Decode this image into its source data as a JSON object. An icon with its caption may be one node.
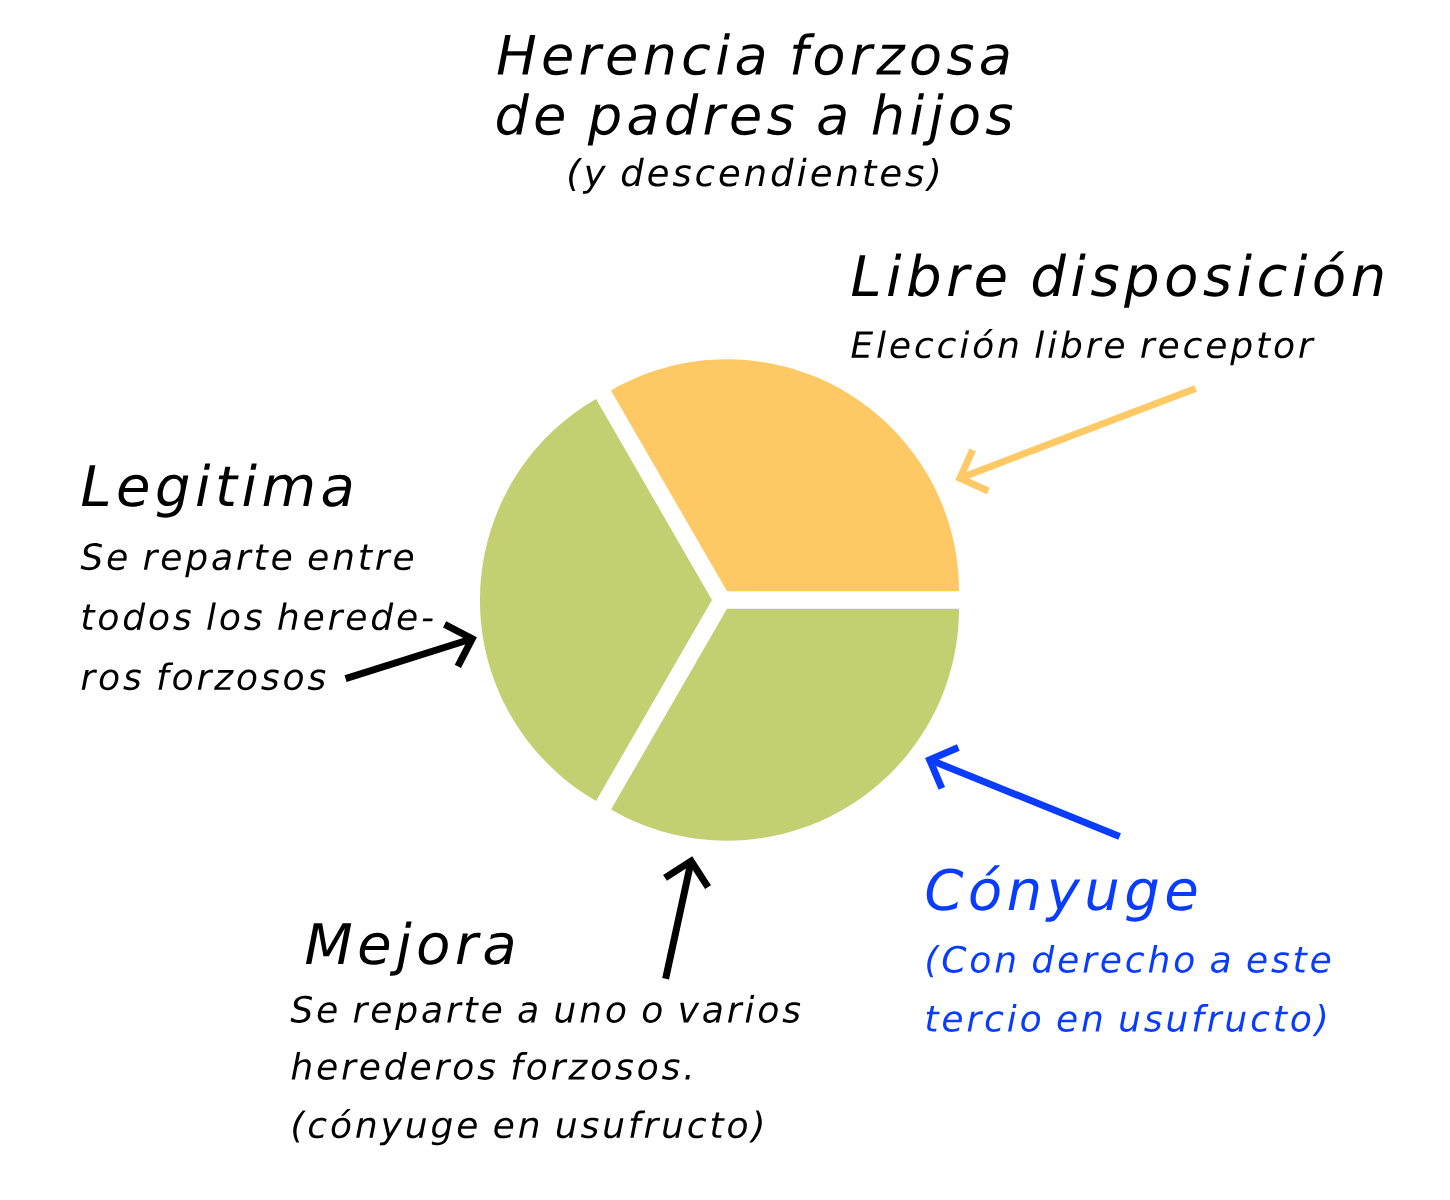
{
  "diagram": {
    "title": "Herencia forzosa de padres a hijos",
    "nodes": [
      {
        "text": [
          "Libre disposición",
          "Elección libre receptor"
        ]
      },
      {
        "text": [
          "Legitima",
          "Se reparte entre todos los herede- ros forzosos"
        ]
      },
      {
        "text": [],
        "shape": "slice"
      },
      {
        "text": [],
        "shape": "slice"
      },
      {
        "text": [],
        "shape": "slice"
      },
      {
        "text": [
          "Cónyuge",
          "(Con derecho a este tercio en usufructo)"
        ]
      },
      {
        "text": [
          "Mejora",
          "Se reparte a uno o varios herederos forzosos.",
          "(cónyuge en usufructo)"
        ]
      }
    ],
    "edges": [
      {
        "from": 0,
        "to": 2,
        "arrow": "to",
        "color": "#ffc966"
      },
      {
        "from": 1,
        "to": 3,
        "arrow": "to"
      },
      {
        "from": 5,
        "to": 4,
        "arrow": "to",
        "color": "#0a3cff"
      },
      {
        "from": 6,
        "to": 4,
        "arrow": "to"
      }
    ],
    "labels": [
      "(y descendientes)"
    ]
  }
}
